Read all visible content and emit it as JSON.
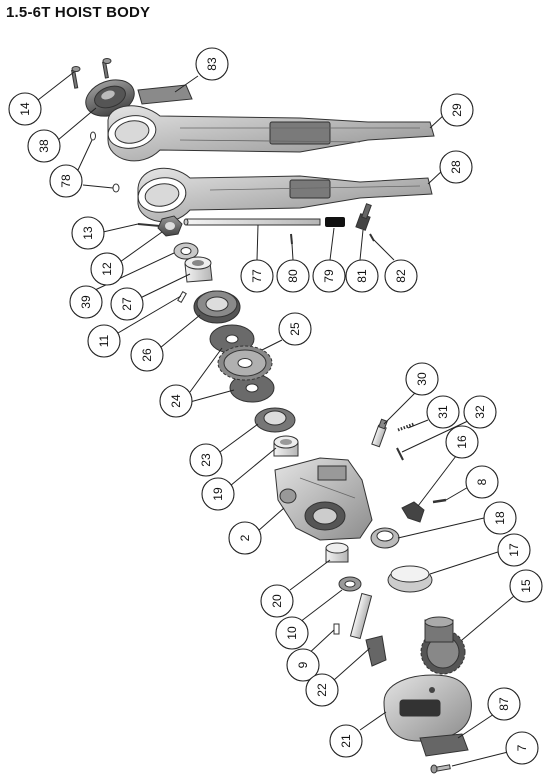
{
  "title": "1.5-6T HOIST BODY",
  "callouts": [
    {
      "id": "14",
      "label": "14"
    },
    {
      "id": "38",
      "label": "38"
    },
    {
      "id": "83",
      "label": "83"
    },
    {
      "id": "29",
      "label": "29"
    },
    {
      "id": "78",
      "label": "78"
    },
    {
      "id": "28",
      "label": "28"
    },
    {
      "id": "13",
      "label": "13"
    },
    {
      "id": "12",
      "label": "12"
    },
    {
      "id": "39",
      "label": "39"
    },
    {
      "id": "27",
      "label": "27"
    },
    {
      "id": "77",
      "label": "77"
    },
    {
      "id": "80",
      "label": "80"
    },
    {
      "id": "79",
      "label": "79"
    },
    {
      "id": "81",
      "label": "81"
    },
    {
      "id": "82",
      "label": "82"
    },
    {
      "id": "11",
      "label": "11"
    },
    {
      "id": "26",
      "label": "26"
    },
    {
      "id": "25",
      "label": "25"
    },
    {
      "id": "24",
      "label": "24"
    },
    {
      "id": "30",
      "label": "30"
    },
    {
      "id": "31",
      "label": "31"
    },
    {
      "id": "32",
      "label": "32"
    },
    {
      "id": "23",
      "label": "23"
    },
    {
      "id": "16",
      "label": "16"
    },
    {
      "id": "19",
      "label": "19"
    },
    {
      "id": "8",
      "label": "8"
    },
    {
      "id": "2",
      "label": "2"
    },
    {
      "id": "18",
      "label": "18"
    },
    {
      "id": "17",
      "label": "17"
    },
    {
      "id": "20",
      "label": "20"
    },
    {
      "id": "15",
      "label": "15"
    },
    {
      "id": "10",
      "label": "10"
    },
    {
      "id": "9",
      "label": "9"
    },
    {
      "id": "22",
      "label": "22"
    },
    {
      "id": "87",
      "label": "87"
    },
    {
      "id": "21",
      "label": "21"
    },
    {
      "id": "7",
      "label": "7"
    }
  ]
}
